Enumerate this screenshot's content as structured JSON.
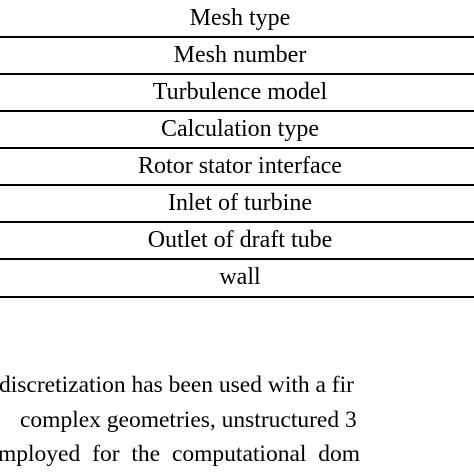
{
  "table": {
    "rows": [
      "Mesh type",
      "Mesh number",
      "Turbulence model",
      "Calculation type",
      "Rotor stator interface",
      "Inlet of turbine",
      "Outlet of draft tube",
      "wall"
    ]
  },
  "body_text": {
    "lines": [
      "discretization has been used with a fir",
      " complex geometries, unstructured 3",
      "mployed for the computational dom"
    ]
  }
}
